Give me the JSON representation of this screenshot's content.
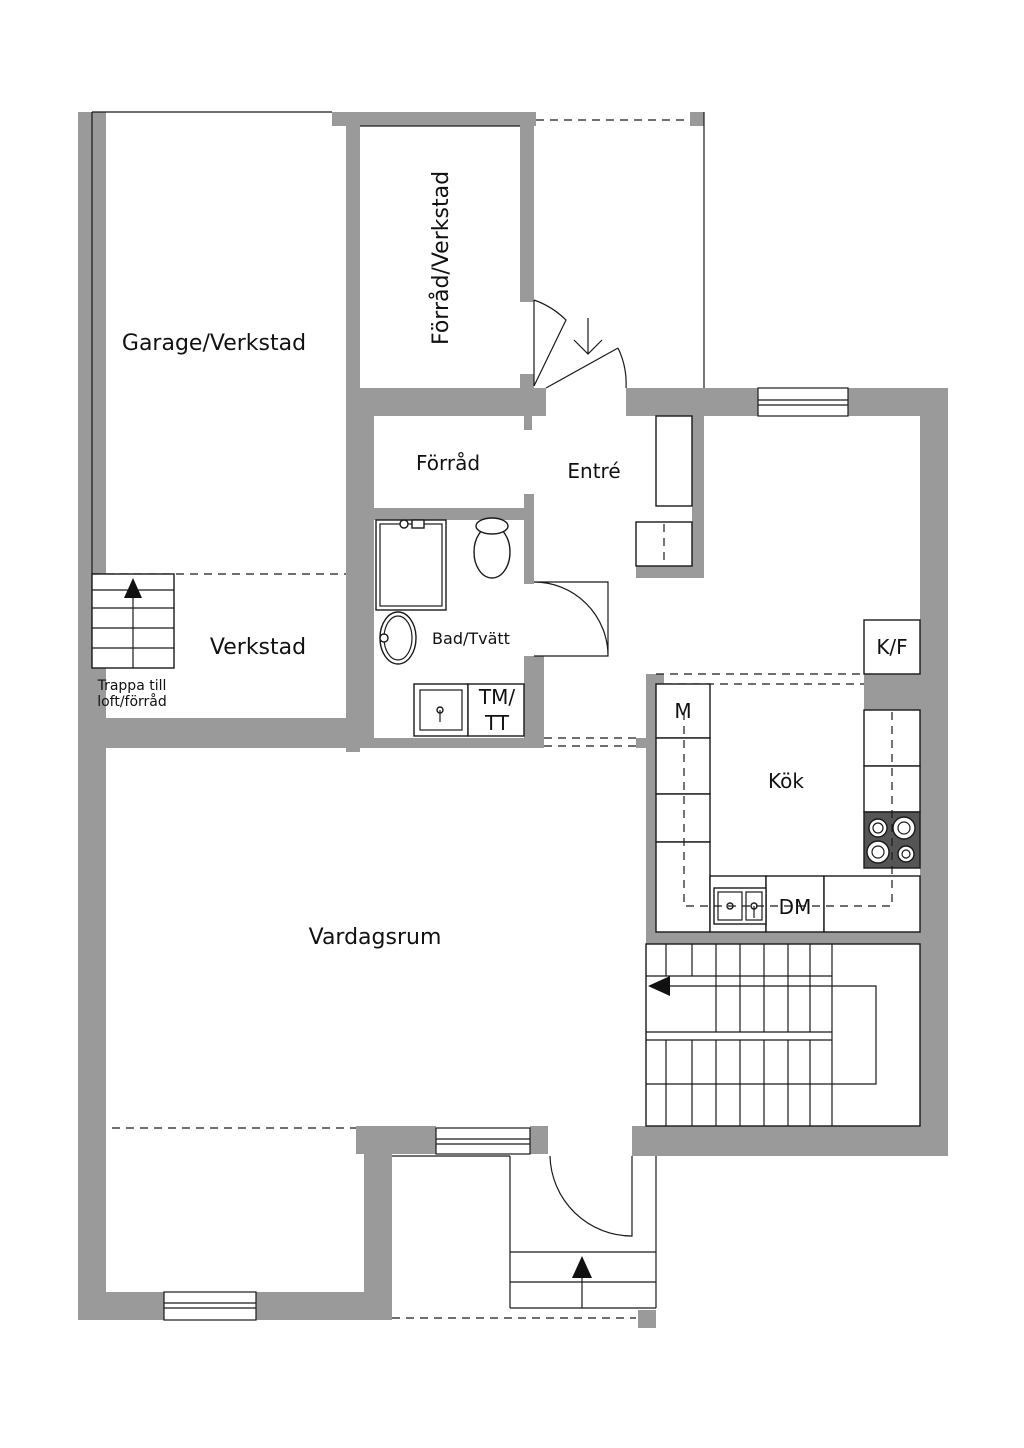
{
  "rooms": {
    "garage": "Garage/Verkstad",
    "storage_workshop": "Förråd/Verkstad",
    "storage": "Förråd",
    "entrance": "Entré",
    "workshop": "Verkstad",
    "stairs_note_line1": "Trappa till",
    "stairs_note_line2": "loft/förråd",
    "bath": "Bad/Tvätt",
    "washer_line1": "TM/",
    "washer_line2": "TT",
    "fridge_freezer": "K/F",
    "microwave": "M",
    "kitchen": "Kök",
    "dishwasher": "DM",
    "living_room": "Vardagsrum"
  }
}
